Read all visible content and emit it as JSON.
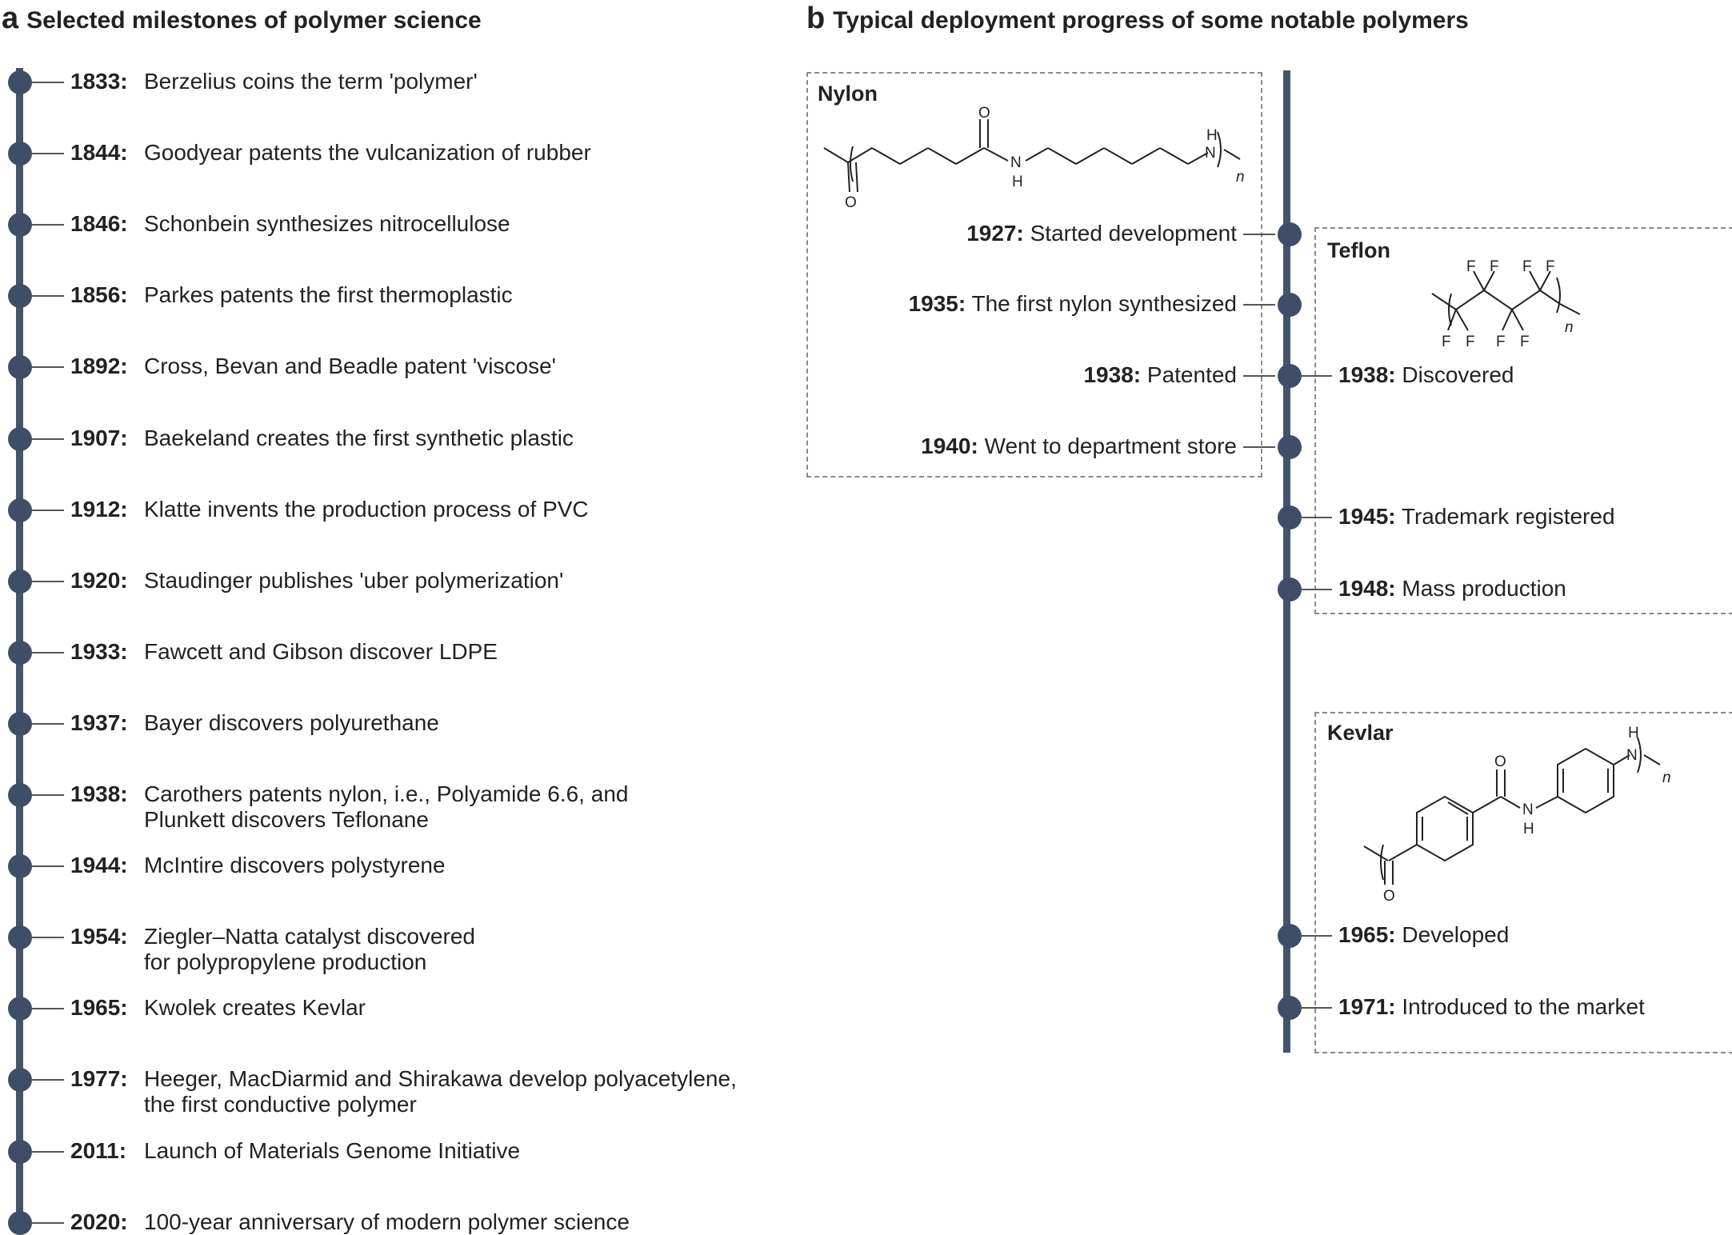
{
  "panel_a": {
    "letter": "a",
    "title": "Selected milestones of polymer science",
    "events": [
      {
        "year": "1833:",
        "lines": [
          "Berzelius coins the term 'polymer'"
        ]
      },
      {
        "year": "1844:",
        "lines": [
          "Goodyear patents the vulcanization of rubber"
        ]
      },
      {
        "year": "1846:",
        "lines": [
          "Schonbein synthesizes nitrocellulose"
        ]
      },
      {
        "year": "1856:",
        "lines": [
          "Parkes patents the first thermoplastic"
        ]
      },
      {
        "year": "1892:",
        "lines": [
          "Cross, Bevan and Beadle patent 'viscose'"
        ]
      },
      {
        "year": "1907:",
        "lines": [
          "Baekeland creates the first synthetic plastic"
        ]
      },
      {
        "year": "1912:",
        "lines": [
          "Klatte invents the production process of PVC"
        ]
      },
      {
        "year": "1920:",
        "lines": [
          "Staudinger publishes 'uber polymerization'"
        ]
      },
      {
        "year": "1933:",
        "lines": [
          "Fawcett and Gibson discover LDPE"
        ]
      },
      {
        "year": "1937:",
        "lines": [
          "Bayer discovers polyurethane"
        ]
      },
      {
        "year": "1938:",
        "lines": [
          "Carothers patents nylon, i.e., Polyamide 6.6, and",
          "Plunkett discovers Teflonane"
        ]
      },
      {
        "year": "1944:",
        "lines": [
          "McIntire discovers polystyrene"
        ]
      },
      {
        "year": "1954:",
        "lines": [
          "Ziegler–Natta catalyst discovered",
          "for polypropylene production"
        ]
      },
      {
        "year": "1965:",
        "lines": [
          "Kwolek creates Kevlar"
        ]
      },
      {
        "year": "1977:",
        "lines": [
          "Heeger, MacDiarmid and Shirakawa develop polyacetylene,",
          "the first conductive polymer"
        ]
      },
      {
        "year": "2011:",
        "lines": [
          "Launch of Materials Genome Initiative"
        ]
      },
      {
        "year": "2020:",
        "lines": [
          "100-year anniversary of modern polymer science"
        ]
      }
    ]
  },
  "panel_b": {
    "letter": "b",
    "title": "Typical deployment progress of some notable polymers",
    "nylon": {
      "name": "Nylon",
      "events": [
        {
          "year": "1927:",
          "text": "Started development"
        },
        {
          "year": "1935:",
          "text": "The first nylon synthesized"
        },
        {
          "year": "1938:",
          "text": "Patented"
        },
        {
          "year": "1940:",
          "text": "Went to department store"
        }
      ]
    },
    "teflon": {
      "name": "Teflon",
      "events": [
        {
          "year": "1938:",
          "text": "Discovered"
        },
        {
          "year": "1945:",
          "text": "Trademark registered"
        },
        {
          "year": "1948:",
          "text": "Mass production"
        }
      ]
    },
    "kevlar": {
      "name": "Kevlar",
      "events": [
        {
          "year": "1965:",
          "text": "Developed"
        },
        {
          "year": "1971:",
          "text": "Introduced to the market"
        }
      ]
    },
    "atoms": {
      "O": "O",
      "N": "N",
      "H": "H",
      "F": "F",
      "n": "n"
    }
  }
}
